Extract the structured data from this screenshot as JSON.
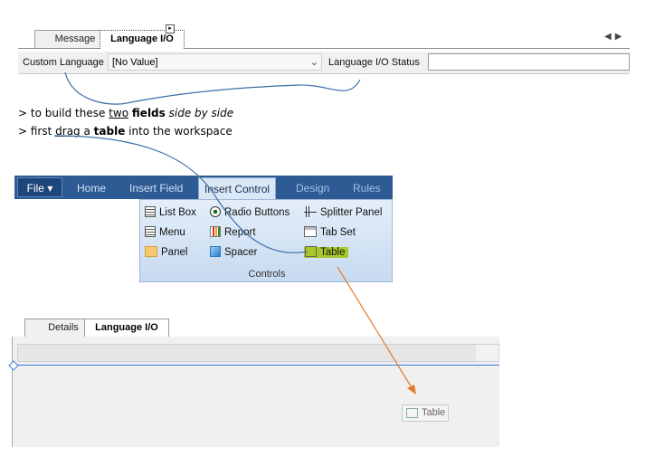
{
  "top_tabs": [
    "Message",
    "Language I/O"
  ],
  "field_row": {
    "custom_language_label": "Custom Language",
    "combo_value": "[No Value]",
    "status_label": "Language I/O Status",
    "status_value": ""
  },
  "notes": {
    "line1": {
      "prefix": "> to build these ",
      "underlined": "two",
      "bold": "fields",
      "italic": "side by side"
    },
    "line2": {
      "prefix": "> first ",
      "underlined": "drag",
      "mid": " a ",
      "bold": "table",
      "suffix": " into the workspace"
    }
  },
  "ribbon": {
    "tabs": [
      "File",
      "Home",
      "Insert Field",
      "Insert Control",
      "Design",
      "Rules"
    ],
    "active_tab": "Insert Control",
    "controls": [
      "List Box",
      "Radio Buttons",
      "Splitter Panel",
      "Menu",
      "Report",
      "Tab Set",
      "Panel",
      "Spacer",
      "Table"
    ],
    "group_label": "Controls"
  },
  "bottom_tabs": [
    "Details",
    "Language I/O"
  ],
  "drop_chip_label": "Table",
  "colors": {
    "ribbon_blue": "#2e5b93",
    "highlight": "#a8c82a",
    "arrow_orange": "#e07b30",
    "guide_line": "#3c78d8"
  },
  "icons": [
    "listbox-icon",
    "radio-icon",
    "splitter-icon",
    "menu-icon",
    "report-icon",
    "tabset-icon",
    "panel-icon",
    "spacer-icon",
    "table-icon"
  ]
}
